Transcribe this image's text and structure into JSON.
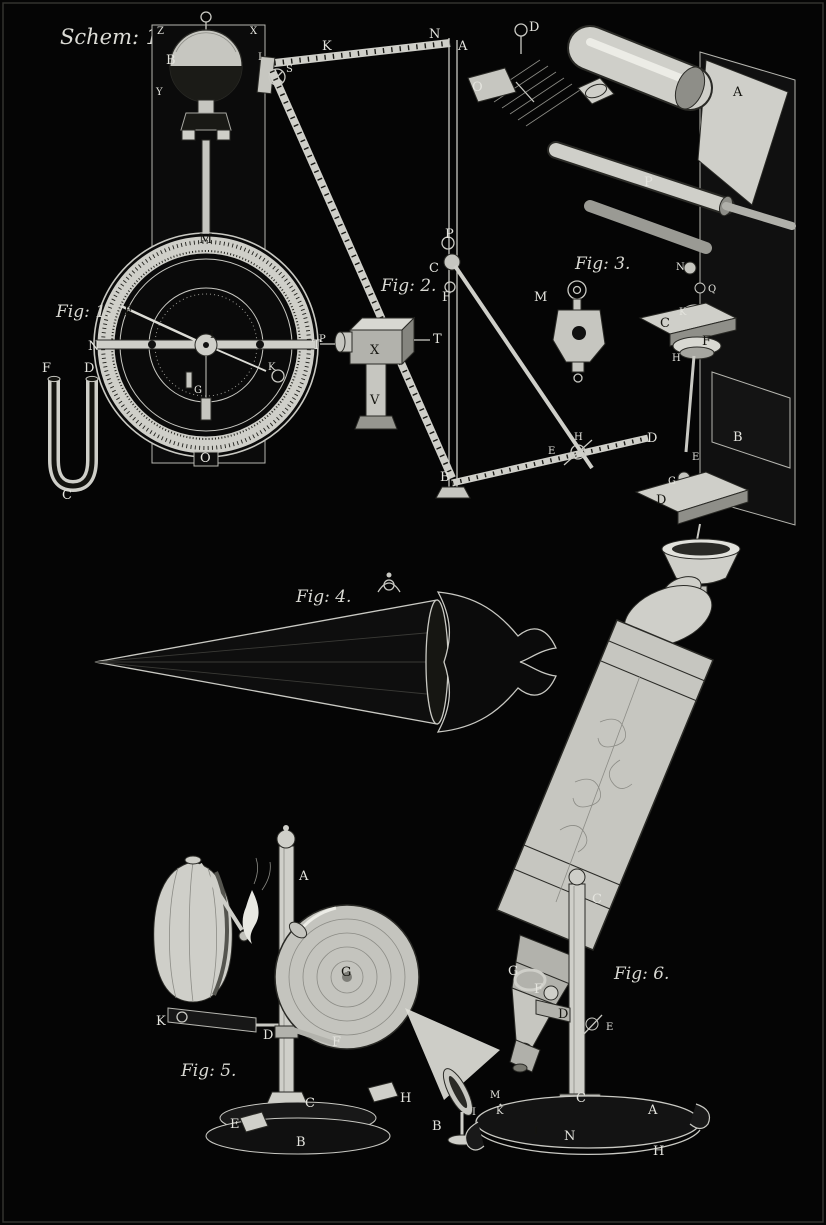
{
  "plate": {
    "title": "Schem: 1.",
    "fig1_label": "Fig: 1.",
    "fig2_label": "Fig: 2.",
    "fig3_label": "Fig: 3.",
    "fig4_label": "Fig: 4.",
    "fig5_label": "Fig: 5.",
    "fig6_label": "Fig: 6."
  },
  "colors": {
    "background": "#050505",
    "ink": "#c9c9c3",
    "paper": "#cfcfc9"
  },
  "letters": {
    "f1": {
      "B": "B",
      "Z": "Z",
      "X": "X",
      "Y": "Y",
      "M": "M",
      "E": "E",
      "N": "N",
      "I": "I",
      "K": "K",
      "P": "P",
      "O": "O",
      "G": "G",
      "F": "F",
      "D": "D",
      "C": "C"
    },
    "f2": {
      "K": "K",
      "N": "N",
      "A": "A",
      "I": "I",
      "S": "S",
      "P": "P",
      "C": "C",
      "F": "F",
      "T1": "T",
      "X": "X",
      "V": "V",
      "T2": "T",
      "B": "B",
      "E": "E",
      "H": "H",
      "D": "D"
    },
    "f3": {
      "M": "M"
    },
    "app": {
      "D1": "D",
      "O": "O",
      "A": "A",
      "P": "P",
      "N": "N",
      "Q": "Q",
      "K": "K",
      "C": "C",
      "F": "F",
      "H": "H",
      "B": "B",
      "E": "E",
      "G": "G",
      "D2": "D"
    },
    "f5": {
      "K": "K",
      "A": "A",
      "G": "G",
      "D": "D",
      "F": "F",
      "C": "C",
      "B": "B",
      "E": "E",
      "H": "H"
    },
    "f6": {
      "C1": "C",
      "G": "G",
      "F": "F",
      "D": "D",
      "E": "E",
      "M": "M",
      "K": "K",
      "I1": "I",
      "B": "B",
      "I2": "I",
      "C2": "C",
      "A": "A",
      "N": "N",
      "H": "H"
    }
  }
}
